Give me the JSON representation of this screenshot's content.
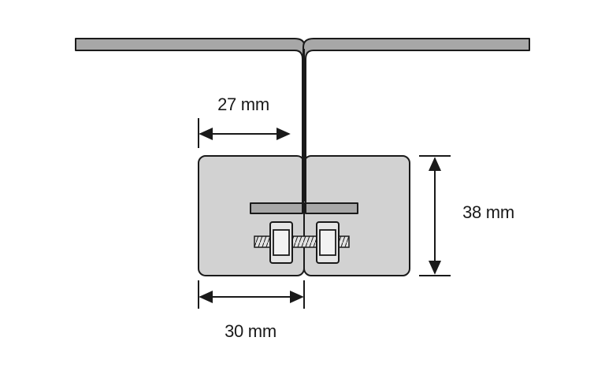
{
  "colors": {
    "line": "#1a1a1a",
    "sheet_fill": "#a7a7a7",
    "block_fill": "#d2d2d2",
    "nut_fill": "#e6e6e6",
    "background": "#ffffff"
  },
  "dimensions": {
    "seam_height": "27 mm",
    "block_height": "38 mm",
    "clamp_width": "30 mm"
  }
}
